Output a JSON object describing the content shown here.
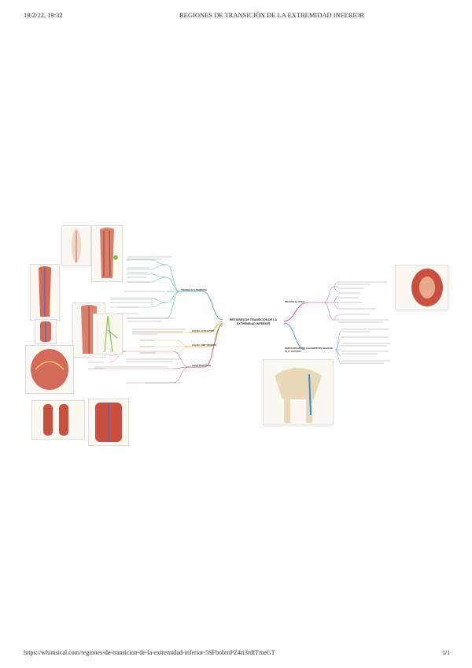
{
  "header": {
    "datetime": "19/2/22, 19:32",
    "title": "REGIONES DE TRANSICIÓN DE LA EXTREMIDAD INFERIOR"
  },
  "footer": {
    "url": "https://whimsical.com/regiones-de-transicion-de-la-extremidad-inferior-5SFbobrnPZ4ri3rdfTmeGT",
    "page": "1/1"
  },
  "mindmap": {
    "central": "REGIONES DE TRANSICIÓN DE LA EXTREMIDAD INFERIOR",
    "colors": {
      "teal": "#2aa79b",
      "purple": "#b33fb3",
      "blue": "#3a8fd9",
      "orange": "#e8a021",
      "red": "#d6414b"
    },
    "branches": {
      "triangulo_femoral": "TRIÁNGULO FEMORAL",
      "region_glutea": "REGIÓN GLÚTEA",
      "fosa_poplitea": "FOSA POPLÍTEA",
      "canal_aductor": "CANAL AUDUCTOR",
      "canal_obturador": "CANAL OBTURADOR",
      "espacio_triangular": "ESPACIOS ENTRE LIGAMENTOS SACROS: F.I.O. CIÁTICO"
    }
  }
}
